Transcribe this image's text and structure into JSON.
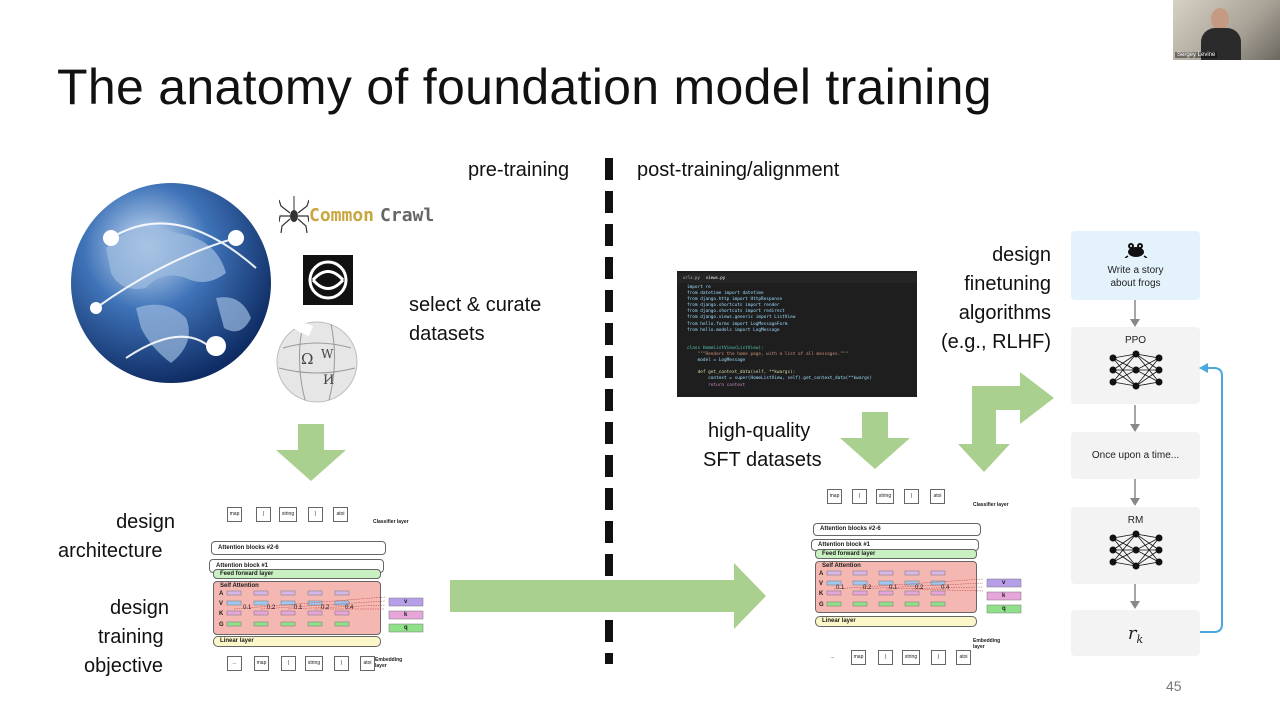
{
  "slide": {
    "title": "The anatomy of foundation model training",
    "slide_number": "45"
  },
  "webcam": {
    "name_tag": "Sergey Levine"
  },
  "phases": {
    "pre": "pre-training",
    "post": "post-training/alignment"
  },
  "labels": {
    "select_1": "select & curate",
    "select_2": "datasets",
    "arch_1": "design",
    "arch_2": "architecture",
    "obj_1": "design",
    "obj_2": "training",
    "obj_3": "objective",
    "sft_1": "high-quality",
    "sft_2": "SFT datasets",
    "alg_1": "design",
    "alg_2": "finetuning",
    "alg_3": "algorithms",
    "alg_4": "(e.g., RLHF)"
  },
  "logos": {
    "common": "Common",
    "crawl": "Crawl",
    "wiki_letters": "Ω W"
  },
  "transformer": {
    "top_tokens": [
      "map",
      "(",
      "string",
      ")",
      "atoi"
    ],
    "bottom_tokens": [
      "...",
      "map",
      "(",
      "string",
      ")",
      "atoi"
    ],
    "classifier_layer": "Classifier layer",
    "attn_blocks": "Attention blocks  #2-6",
    "attn_block1": "Attention block #1",
    "ffn": "Feed forward layer",
    "self_attn": "Self Attention",
    "rows": [
      "A",
      "V",
      "K",
      "G"
    ],
    "weights": [
      "0.1",
      "0.2",
      "0.1",
      "0.2",
      "0.4"
    ],
    "vkq": [
      "v",
      "k",
      "q"
    ],
    "linear": "Linear layer",
    "embedding": "Embedding layer"
  },
  "code_editor": {
    "tabs": [
      "urls.py",
      "views.py"
    ],
    "lines": [
      "import re",
      "from datetime import datetime",
      "from django.http import HttpResponse",
      "from django.shortcuts import render",
      "from django.shortcuts import redirect",
      "from django.views.generic import ListView",
      "from hello.forms import LogMessageForm",
      "from hello.models import LogMessage",
      "",
      "",
      "class HomeListView(ListView):",
      "    \"\"\"Renders the home page, with a list of all messages.\"\"\"",
      "    model = LogMessage",
      "",
      "    def get_context_data(self, **kwargs):",
      "        context = super(HomeListView, self).get_context_data(**kwargs)",
      "        return context"
    ]
  },
  "rlhf": {
    "prompt": "Write a story about frogs",
    "ppo": "PPO",
    "response": "Once upon a time...",
    "rm": "RM",
    "reward": "r",
    "reward_sub": "k"
  },
  "colors": {
    "green_arrow": "#a9d08e",
    "blue_loop": "#4aa8df",
    "prompt_bg": "#e3f2fb",
    "attn_red": "#f4b7b2",
    "ffn_green": "#c8f0c0",
    "linear_yellow": "#fbf7c8"
  }
}
